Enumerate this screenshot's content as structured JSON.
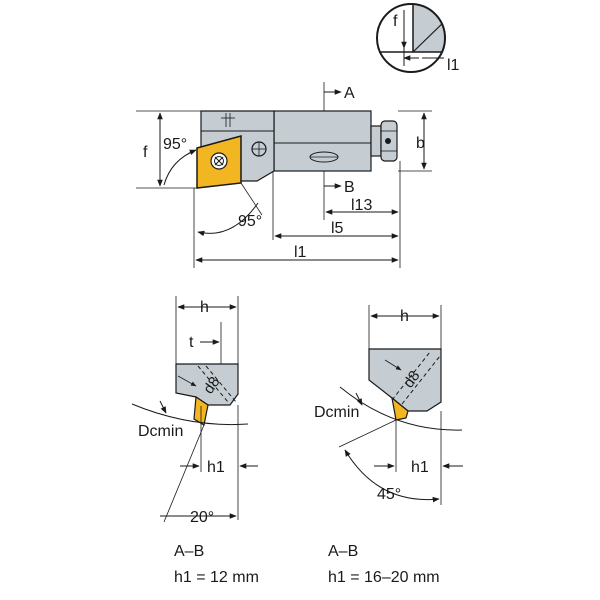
{
  "colors": {
    "body_gray": "#c5cdd3",
    "body_gray_dark": "#aab4bb",
    "insert_yellow": "#f2b622",
    "line": "#1a1a1a",
    "background": "#ffffff"
  },
  "top_view": {
    "angle_top": "95°",
    "angle_bottom": "95°",
    "dim_f": "f",
    "dim_b": "b",
    "section_a": "A",
    "section_b": "B",
    "dim_l13": "l13",
    "dim_l5": "l5",
    "dim_l1": "l1"
  },
  "detail_view": {
    "dim_f": "f",
    "dim_l1": "l1"
  },
  "section_left": {
    "dim_h": "h",
    "dim_t": "t",
    "bore": "d8",
    "dcmin": "Dcmin",
    "dim_h1": "h1",
    "angle": "20°",
    "caption_title": "A–B",
    "caption_value": "h1 = 12 mm"
  },
  "section_right": {
    "dim_h": "h",
    "bore": "d8",
    "dcmin": "Dcmin",
    "dim_h1": "h1",
    "angle": "45°",
    "caption_title": "A–B",
    "caption_value": "h1 = 16–20 mm"
  }
}
